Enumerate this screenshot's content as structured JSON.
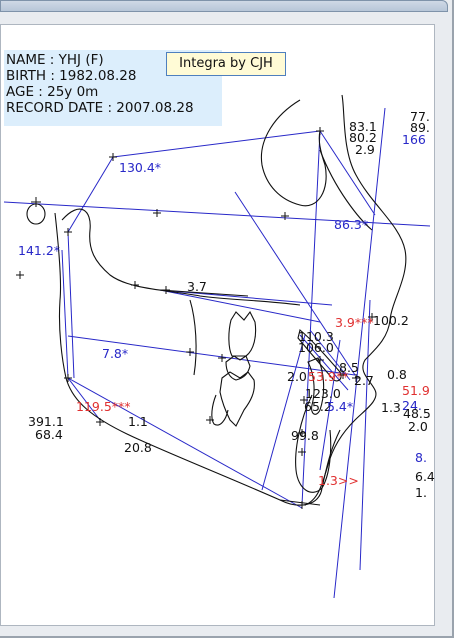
{
  "window": {
    "title_bar": ""
  },
  "patient": {
    "name": "NAME : YHJ (F)",
    "birth": "BIRTH : 1982.08.28",
    "age": "AGE : 25y 0m",
    "record_date": "RECORD DATE : 2007.08.28"
  },
  "badge": {
    "label": "Integra by CJH"
  },
  "colors": {
    "tracing_lines": "#2828c8",
    "outline": "#111111",
    "black_values": "#111111",
    "blue_values": "#2828c8",
    "red_values": "#e03030",
    "info_background": "#dceefc",
    "badge_background": "#fffbd6"
  },
  "measurements": {
    "v_83_1": "83.1",
    "v_80_2": "80.2",
    "v_2_9": "2.9",
    "v_77": "77.",
    "v_89": "89.",
    "v_166": "166",
    "v_130_4": "130.4*",
    "v_86_3": "86.3*",
    "v_141_2": "141.2*",
    "v_3_7": "3.7",
    "v_3_9": "3.9***",
    "v_100_2": "100.2",
    "v_110_3": "110.3",
    "v_106_0": "106.0",
    "v_7_8": "7.8*",
    "v_8_5": "8.5",
    "v_2_0": "2.0",
    "v_53_9": "53.9**",
    "v_2_7": "2.7",
    "v_0_8": "0.8",
    "v_51_9": "51.9",
    "v_123_0": "123.0",
    "v_65_2": "65.2",
    "v_5_4": "5.4*",
    "v_1_3": "1.3",
    "v_24": "24.",
    "v_48_5": "48.5",
    "v_119_5": "119.5***",
    "v_391_1": "391.1",
    "v_68_4": "68.4",
    "v_1_1": "1.1",
    "v_20_8": "20.8",
    "v_99_8": "99.8",
    "v_2_0b": "2.0",
    "v_8": "8.",
    "v_6_4": "6.4",
    "v_1": "1.",
    "v_1_3r": "1.3>>"
  }
}
